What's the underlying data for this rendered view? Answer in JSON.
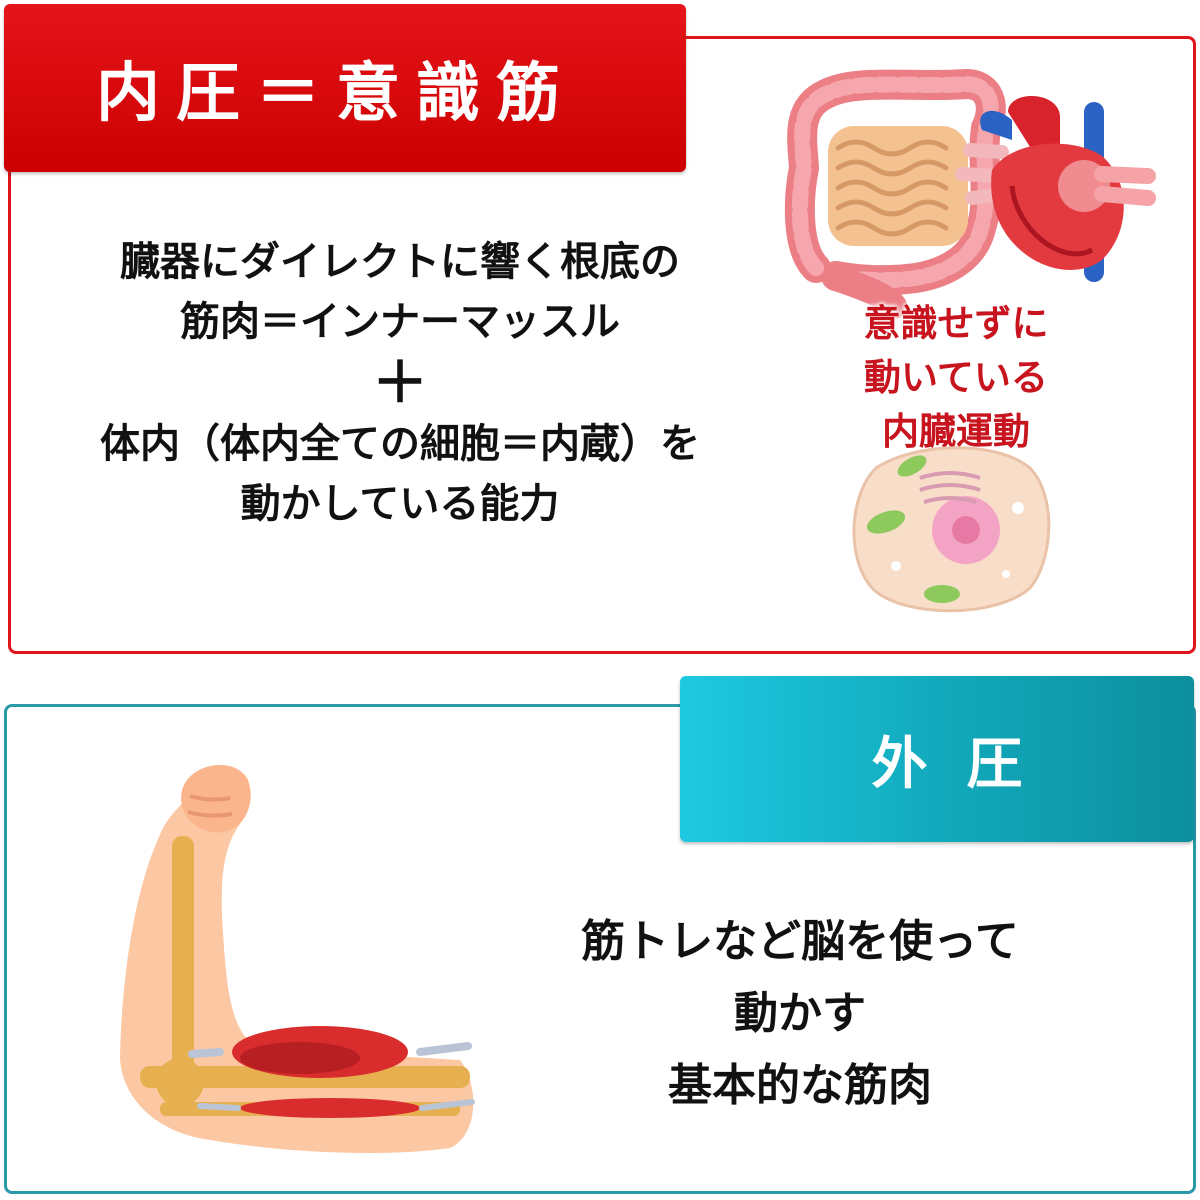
{
  "inner_section": {
    "tab_label": "内圧＝意識筋",
    "lines": [
      "臓器にダイレクトに響く根底の",
      "筋肉＝インナーマッスル",
      "＋",
      "体内（体内全ての細胞＝内蔵）を",
      "動かしている能力"
    ],
    "callout_lines": [
      "意識せずに",
      "動いている",
      "内臓運動"
    ],
    "illustrations": [
      "intestines-icon",
      "heart-icon",
      "cell-icon"
    ]
  },
  "outer_section": {
    "tab_label": "外  圧",
    "lines": [
      "筋トレなど脳を使って",
      "動かす",
      "基本的な筋肉"
    ],
    "illustrations": [
      "arm-muscle-icon"
    ]
  },
  "colors": {
    "inner_accent": "#e0141c",
    "outer_accent": "#14a9bb",
    "callout_text": "#c8141e"
  }
}
